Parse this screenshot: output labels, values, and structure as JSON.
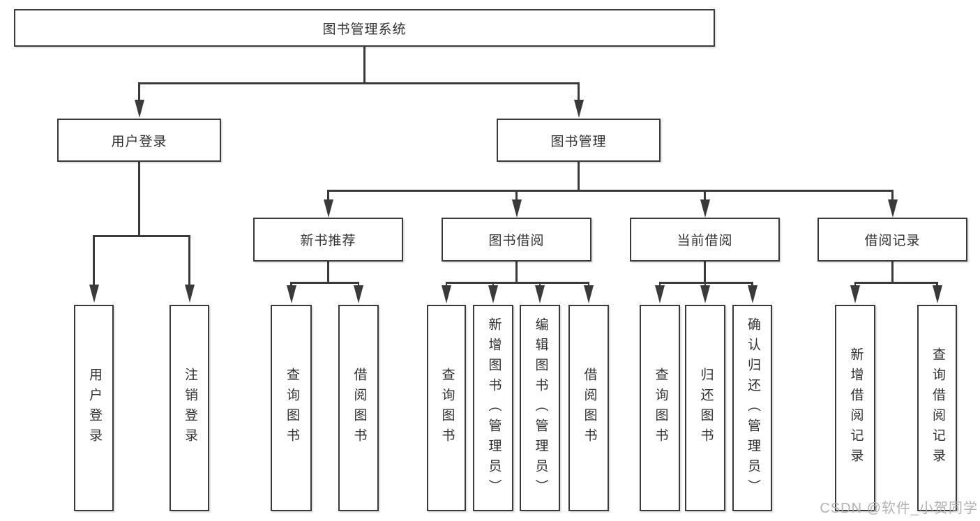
{
  "watermark": "CSDN @软件_小贺同学",
  "colors": {
    "line": "#3a3a3a",
    "text": "#303030",
    "watermark": "#a9a9a9",
    "background": "#ffffff"
  },
  "diagram": {
    "type": "tree",
    "root": {
      "label": "图书管理系统"
    },
    "branches": [
      {
        "label": "用户登录",
        "leaves": [
          {
            "label": "用户登录"
          },
          {
            "label": "注销登录"
          }
        ]
      },
      {
        "label": "图书管理",
        "children": [
          {
            "label": "新书推荐",
            "leaves": [
              {
                "label": "查询图书"
              },
              {
                "label": "借阅图书"
              }
            ]
          },
          {
            "label": "图书借阅",
            "leaves": [
              {
                "label": "查询图书"
              },
              {
                "label": "新增图书（管理员）"
              },
              {
                "label": "编辑图书（管理员）"
              },
              {
                "label": "借阅图书"
              }
            ]
          },
          {
            "label": "当前借阅",
            "leaves": [
              {
                "label": "查询图书"
              },
              {
                "label": "归还图书"
              },
              {
                "label": "确认归还（管理员）"
              }
            ]
          },
          {
            "label": "借阅记录",
            "leaves": [
              {
                "label": "新增借阅记录"
              },
              {
                "label": "查询借阅记录"
              }
            ]
          }
        ]
      }
    ]
  }
}
